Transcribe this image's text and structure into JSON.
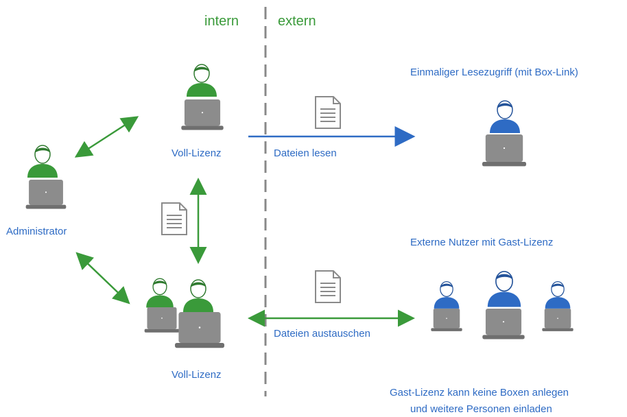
{
  "zones": {
    "internal": "intern",
    "external": "extern"
  },
  "labels": {
    "admin": "Administrator",
    "full_license_top": "Voll-Lizenz",
    "full_license_bottom": "Voll-Lizenz",
    "read_files": "Dateien lesen",
    "exchange_files": "Dateien austauschen",
    "one_time_read": "Einmaliger Lesezugriff (mit Box-Link)",
    "guest_users": "Externe Nutzer mit Gast-Lizenz",
    "guest_note_line1": "Gast-Lizenz kann keine Boxen anlegen",
    "guest_note_line2": "und weitere Personen einladen"
  },
  "colors": {
    "green": "#3a9a3a",
    "blue": "#2e6bc4",
    "blue_text": "#2e6bc4",
    "laptop": "#8c8c8c",
    "divider": "#888888",
    "doc": "#8a8a8a"
  }
}
